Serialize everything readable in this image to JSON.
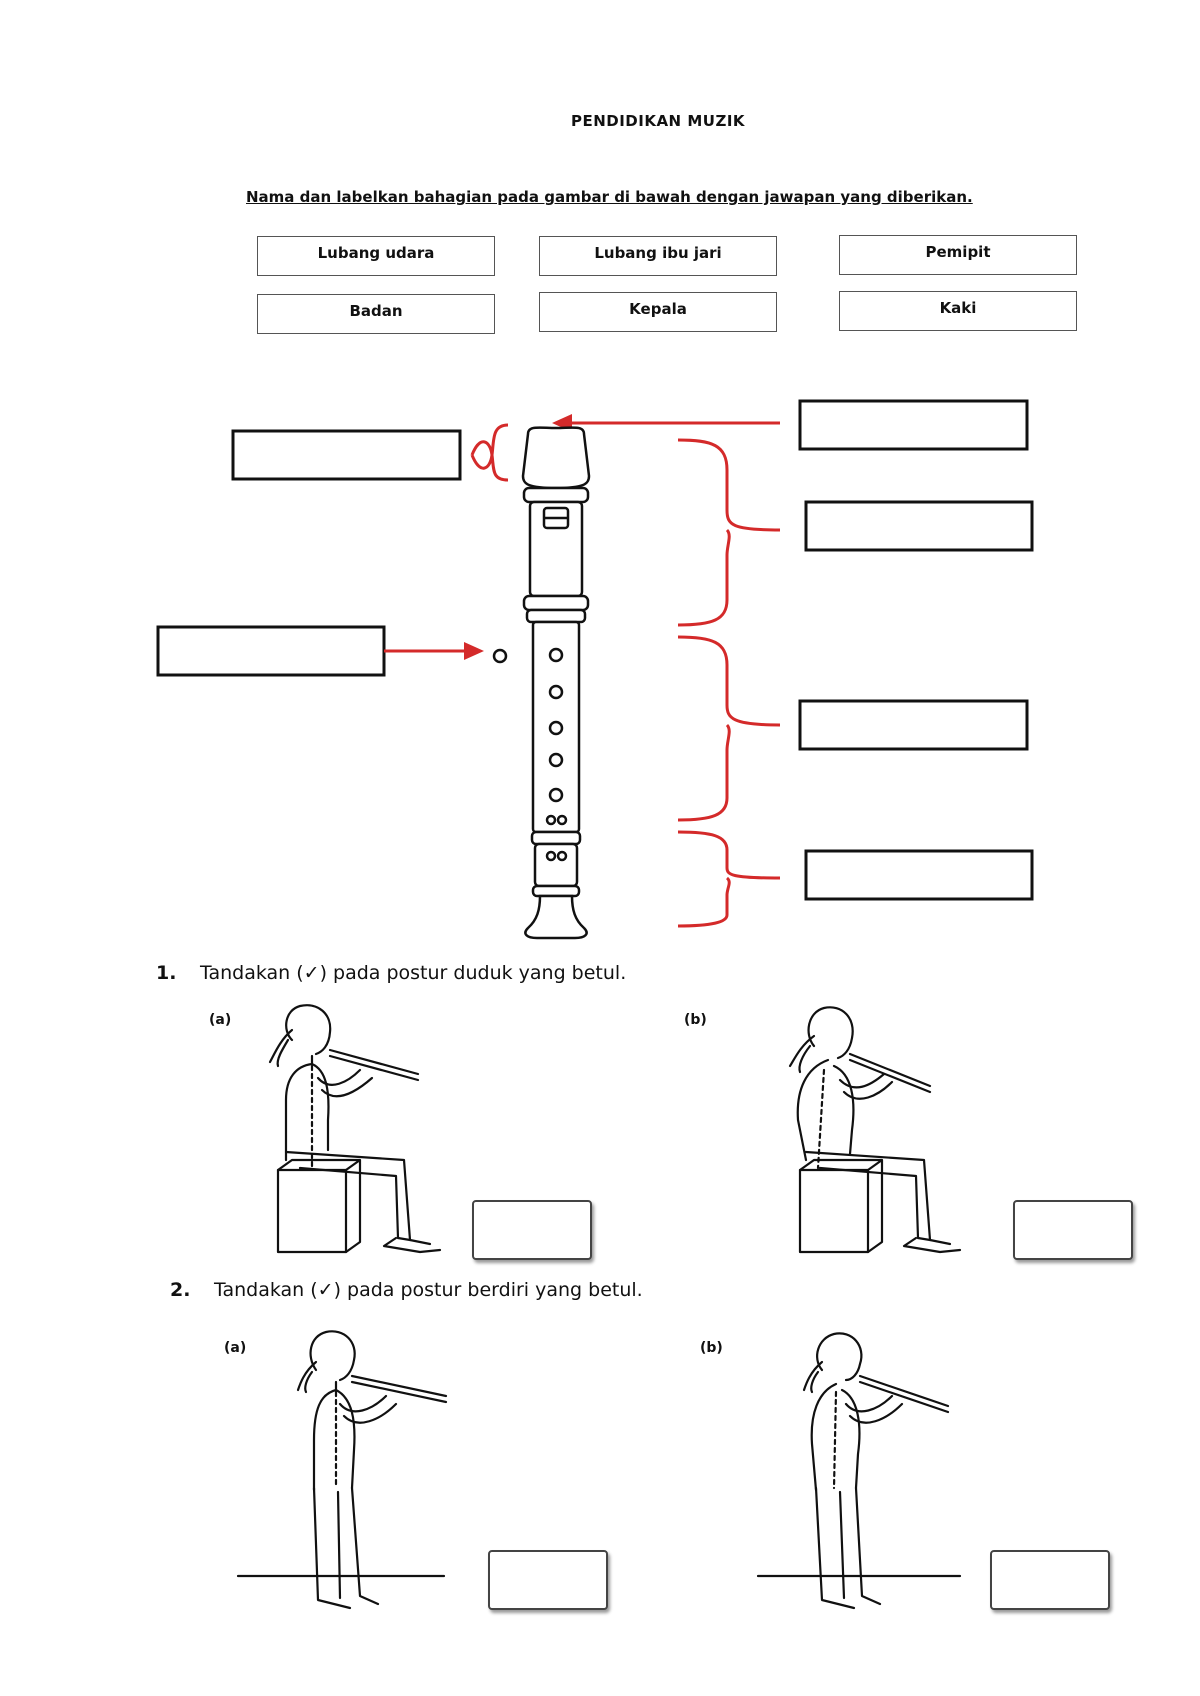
{
  "title": "PENDIDIKAN MUZIK",
  "instruction": "Nama dan labelkan bahagian pada gambar di bawah dengan jawapan yang diberikan.",
  "word_bank": [
    "Lubang udara",
    "Lubang ibu jari",
    "Pemipit",
    "Badan",
    "Kepala",
    "Kaki"
  ],
  "accent_color": "#d42a2a",
  "questions": [
    {
      "number": "1.",
      "text": "Tandakan (✓) pada postur duduk yang betul.",
      "options": [
        "(a)",
        "(b)"
      ]
    },
    {
      "number": "2.",
      "text": "Tandakan (✓) pada postur berdiri yang betul.",
      "options": [
        "(a)",
        "(b)"
      ]
    }
  ]
}
